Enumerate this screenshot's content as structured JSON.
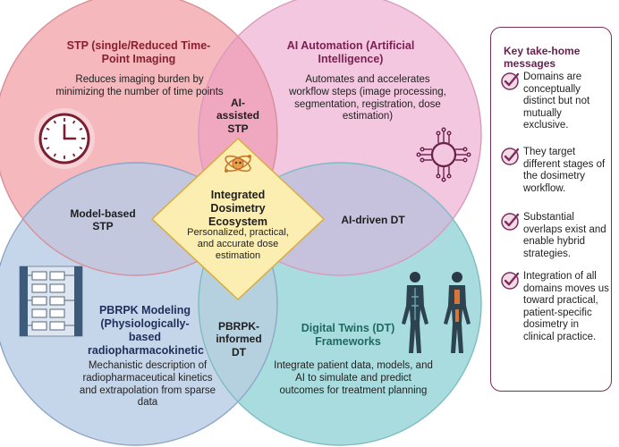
{
  "domains": {
    "stp": {
      "title": "STP (single/Reduced Time-Point Imaging",
      "description": "Reduces imaging burden by minimizing the number of time points",
      "icon": "clock-icon",
      "color": "#f4b8bd"
    },
    "ai_automation": {
      "title": "AI Automation (Artificial Intelligence)",
      "description": "Automates and accelerates workflow steps (image processing, segmentation, registration, dose estimation)",
      "icon": "ai-chip-icon",
      "color": "#f3c7df"
    },
    "pbrpk": {
      "title": "PBRPK Modeling (Physiologically-based radiopharmacokinetic",
      "description": "Mechanistic description of radiopharmaceutical kinetics and extrapolation from sparse data",
      "icon": "compartment-model-icon",
      "color": "#c6d6ea"
    },
    "digital_twins": {
      "title": "Digital Twins (DT) Frameworks",
      "description": "Integrate patient data, models, and AI to simulate and predict outcomes for treatment planning",
      "icon": "human-body-icon",
      "color": "#a9dcdf"
    }
  },
  "overlaps": {
    "ai_assisted_stp": "AI-assisted STP",
    "model_based_stp": "Model-based STP",
    "ai_driven_dt": "AI-driven DT",
    "pbrpk_informed_dt": "PBRPK-informed DT"
  },
  "center": {
    "title": "Integrated Dosimetry Ecosystem",
    "description": "Personalized, practical, and accurate dose estimation",
    "icon": "atom-molecule-icon",
    "color": "#fbeeb0"
  },
  "takeaways": {
    "title": "Key take-home messages",
    "icon": "checkmark-icon",
    "items": [
      "Domains are conceptually distinct but not mutually exclusive.",
      "They target different stages of the dosimetry workflow.",
      "Substantial overlaps exist and enable hybrid strategies.",
      "Integration of all domains moves us toward practical, patient-specific dosimetry in clinical practice."
    ]
  }
}
